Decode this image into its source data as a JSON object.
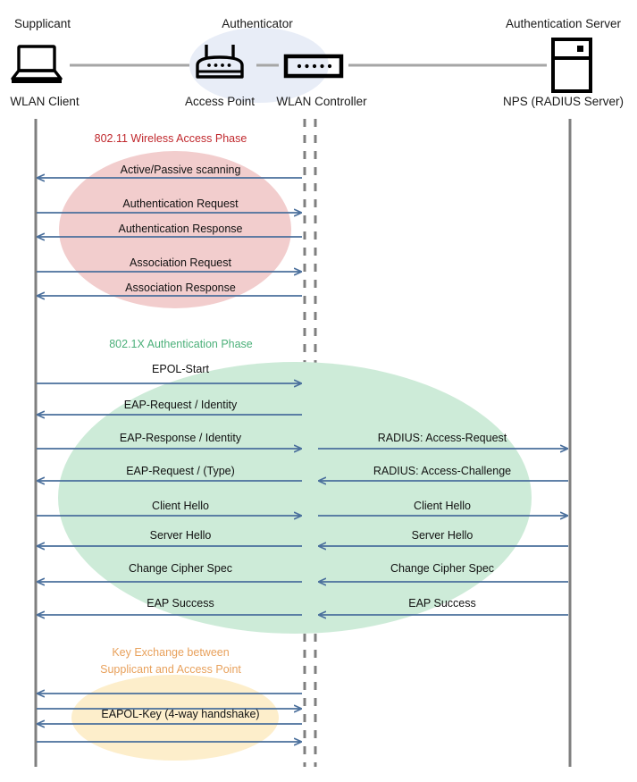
{
  "diagram": {
    "title": "802.1X / EAP WLAN authentication sequence diagram",
    "colors": {
      "phase1_text": "#c0282d",
      "phase1_fill": "#f2cdcd",
      "phase2_text": "#4cb07a",
      "phase2_fill": "#cdebd8",
      "phase3_text": "#e8a15c",
      "phase3_fill": "#fdeecb",
      "authenticator_halo": "#e8edf7",
      "arrow": "#4a6f9c",
      "lifeline": "#7f7f7f",
      "link_line": "#a6a6a6",
      "icon": "#000000"
    }
  },
  "actors": [
    {
      "role_label": "Supplicant",
      "device_label": "WLAN Client",
      "icon": "laptop-icon"
    },
    {
      "role_label": "Authenticator",
      "device_label": "Access Point",
      "icon": "wireless-router-icon"
    },
    {
      "role_label": "",
      "device_label": "WLAN Controller",
      "icon": "controller-box-icon"
    },
    {
      "role_label": "Authentication Server",
      "device_label": "NPS (RADIUS Server)",
      "icon": "server-tower-icon"
    }
  ],
  "phases": [
    {
      "id": "wireless-access",
      "label": "802.11 Wireless Access Phase",
      "label_lines": [
        "802.11 Wireless Access Phase"
      ],
      "messages": [
        {
          "text": "Active/Passive scanning",
          "direction": "left",
          "segment": "client-ap"
        },
        {
          "text": "Authentication Request",
          "direction": "right",
          "segment": "client-ap"
        },
        {
          "text": "Authentication Response",
          "direction": "left",
          "segment": "client-ap"
        },
        {
          "text": "Association Request",
          "direction": "right",
          "segment": "client-ap"
        },
        {
          "text": "Association Response",
          "direction": "left",
          "segment": "client-ap"
        }
      ]
    },
    {
      "id": "dot1x-auth",
      "label": "802.1X Authentication Phase",
      "label_lines": [
        "802.1X Authentication Phase"
      ],
      "messages": [
        {
          "text": "EPOL-Start",
          "direction": "right",
          "segment": "client-ap"
        },
        {
          "text": "EAP-Request / Identity",
          "direction": "left",
          "segment": "client-ap"
        },
        {
          "text": "EAP-Response / Identity",
          "direction": "right",
          "segment": "client-ap"
        },
        {
          "text": "RADIUS: Access-Request",
          "direction": "right",
          "segment": "ap-server"
        },
        {
          "text": "EAP-Request / (Type)",
          "direction": "left",
          "segment": "client-ap"
        },
        {
          "text": "RADIUS: Access-Challenge",
          "direction": "left",
          "segment": "ap-server"
        },
        {
          "text": "Client Hello",
          "direction": "right",
          "segment": "client-ap"
        },
        {
          "text": "Client Hello",
          "direction": "right",
          "segment": "ap-server"
        },
        {
          "text": "Server Hello",
          "direction": "left",
          "segment": "client-ap"
        },
        {
          "text": "Server Hello",
          "direction": "left",
          "segment": "ap-server"
        },
        {
          "text": "Change Cipher Spec",
          "direction": "left",
          "segment": "client-ap"
        },
        {
          "text": "Change Cipher Spec",
          "direction": "left",
          "segment": "ap-server"
        },
        {
          "text": "EAP Success",
          "direction": "left",
          "segment": "client-ap"
        },
        {
          "text": "EAP Success",
          "direction": "left",
          "segment": "ap-server"
        }
      ]
    },
    {
      "id": "key-exchange",
      "label": "Key Exchange between Supplicant and Access Point",
      "label_lines": [
        "Key Exchange between",
        "Supplicant and Access Point"
      ],
      "messages": [
        {
          "text": "",
          "direction": "left",
          "segment": "client-ap"
        },
        {
          "text": "",
          "direction": "right",
          "segment": "client-ap"
        },
        {
          "text": "EAPOL-Key (4-way handshake)",
          "direction": "left",
          "segment": "client-ap"
        },
        {
          "text": "",
          "direction": "right",
          "segment": "client-ap"
        }
      ]
    }
  ]
}
